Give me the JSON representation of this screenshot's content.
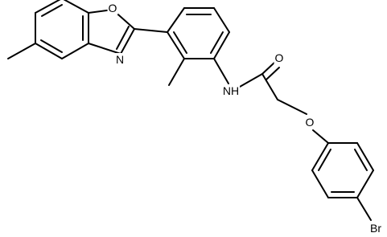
{
  "molecule": {
    "atom_labels": {
      "oxazole_o": "O",
      "oxazole_n": "N",
      "amide_nh": "NH",
      "carbonyl_o": "O",
      "ether_o": "O",
      "bromine": "Br"
    }
  },
  "colors": {
    "bond": "#000000",
    "text": "#000000",
    "background": "#ffffff"
  }
}
